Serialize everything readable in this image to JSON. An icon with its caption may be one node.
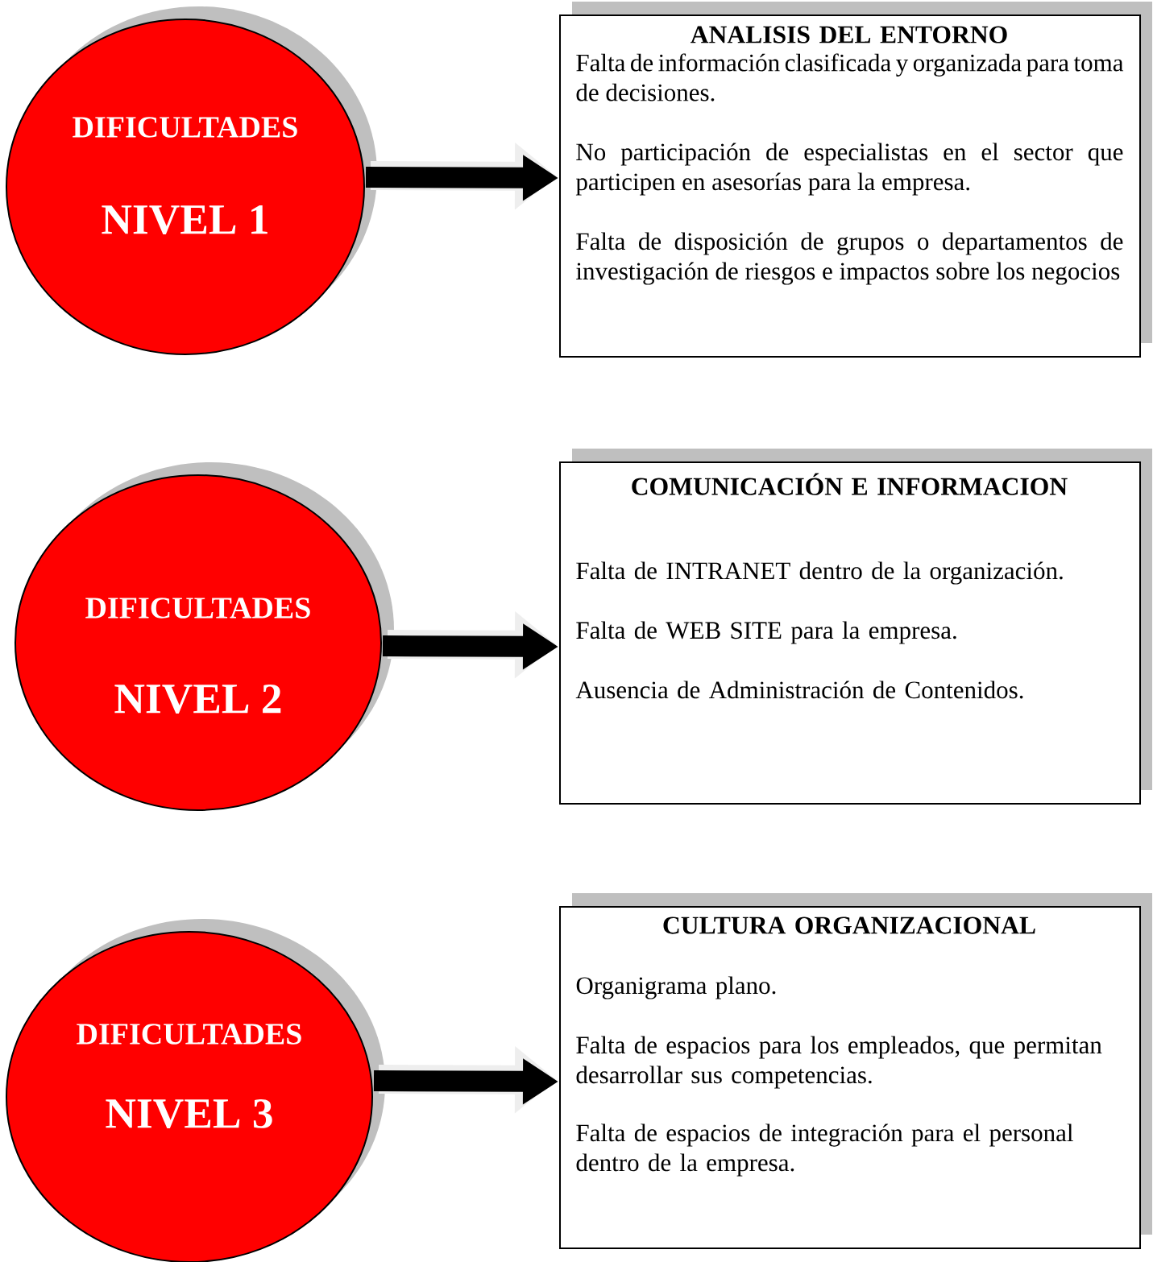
{
  "diagram": {
    "nodes": [
      {
        "text": [
          "DIFICULTADES",
          "NIVEL 1"
        ]
      },
      {
        "text": [
          "ANALISIS DEL ENTORNO",
          "Falta de información clasificada y organizada para toma de decisiones.",
          "No participación de especialistas en el sector que participen en asesorías para la empresa.",
          "Falta de disposición de grupos o departamentos de investigación de riesgos e impactos sobre los negocios"
        ]
      },
      {
        "text": [
          "DIFICULTADES",
          "NIVEL 2"
        ]
      },
      {
        "text": [
          "COMUNICACIÓN E INFORMACION",
          "Falta de INTRANET dentro de la organización.",
          "Falta de WEB SITE para la empresa.",
          "Ausencia de Administración de Contenidos."
        ]
      },
      {
        "text": [
          "DIFICULTADES",
          "NIVEL 3"
        ]
      },
      {
        "text": [
          "CULTURA ORGANIZACIONAL",
          "Organigrama plano.",
          "Falta de espacios para los empleados, que permitan desarrollar sus competencias.",
          "Falta de espacios de integración para el personal dentro de la empresa."
        ]
      }
    ],
    "edges": [
      {
        "from": 0,
        "to": 1,
        "arrow": "to"
      },
      {
        "from": 2,
        "to": 3,
        "arrow": "to"
      },
      {
        "from": 4,
        "to": 5,
        "arrow": "to"
      }
    ]
  }
}
